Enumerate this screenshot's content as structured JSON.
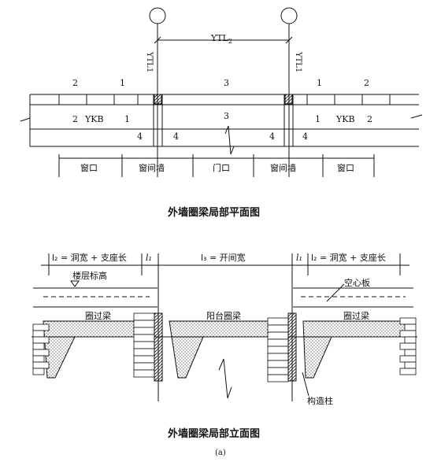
{
  "plan": {
    "ytl_top": "YTL",
    "ytl_top_sub": "2",
    "ytl_side_left": "YTL",
    "ytl_side_left_sub": "1",
    "ytl_side_right": "YTL",
    "ytl_side_right_sub": "1",
    "numbers_row1": [
      "2",
      "1",
      "3",
      "1",
      "2"
    ],
    "numbers_row2": [
      "2",
      "1",
      "3",
      "1",
      "2"
    ],
    "ykb_left": "YKB",
    "ykb_right": "YKB",
    "numbers_row3": [
      "4",
      "4",
      "4",
      "4"
    ],
    "bottom_labels": [
      "窗口",
      "窗间墙",
      "门口",
      "窗间墙",
      "窗口"
    ],
    "caption": "外墙圈梁局部平面图"
  },
  "elevation": {
    "dim_left": "l₂ = 洞宽 + 支座长",
    "dim_l1_left": "l₁",
    "dim_mid": "l₃ = 开间宽",
    "dim_l1_right": "l₁",
    "dim_right": "l₂ = 洞宽 + 支座长",
    "floor_elev": "楼层标高",
    "hollow_slab": "空心板",
    "lintel_left": "圈过梁",
    "balcony_beam": "阳台圈梁",
    "lintel_right": "圈过梁",
    "column": "构造柱",
    "caption": "外墙圈梁局部立面图"
  },
  "figure_label": "(a)"
}
